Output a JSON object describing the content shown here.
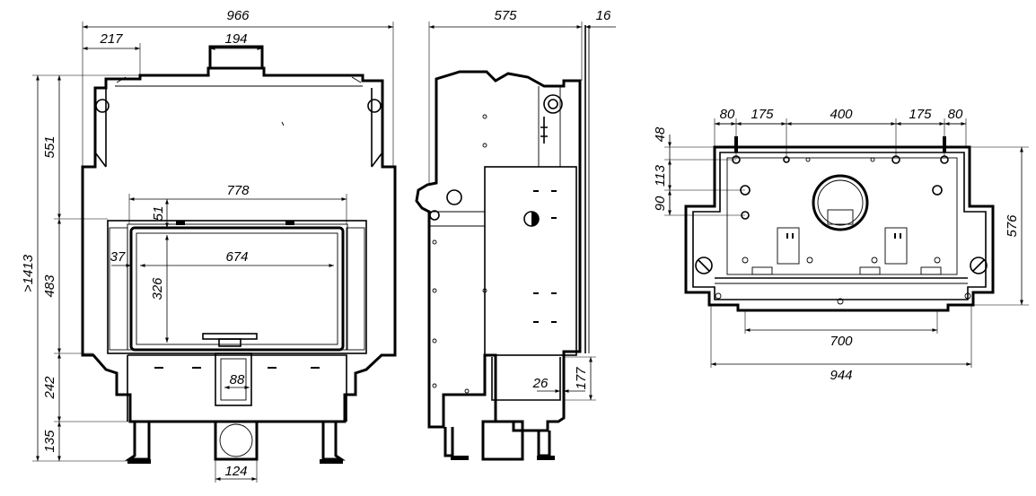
{
  "front_view": {
    "overall_width": "966",
    "left_offset": "217",
    "top_flue_width": "194",
    "upper_height": "551",
    "total_height": ">1413",
    "window_section_height": "483",
    "base_height": "242",
    "leg_height": "135",
    "firebox_width": "778",
    "glass_top_offset": "51",
    "glass_left_offset": "37",
    "glass_width": "674",
    "glass_height": "326",
    "air_inlet_width": "88",
    "bottom_duct_width": "124"
  },
  "side_view": {
    "depth": "575",
    "door_thickness": "16",
    "bottom_offset": "26",
    "bottom_height": "177"
  },
  "top_view": {
    "spacing_left": "80",
    "spacing_left_inner": "175",
    "spacing_center": "400",
    "spacing_right_inner": "175",
    "spacing_right": "80",
    "row_1": "48",
    "row_2": "113",
    "row_3": "90",
    "overall_depth": "576",
    "inner_width": "700",
    "overall_width": "944"
  }
}
